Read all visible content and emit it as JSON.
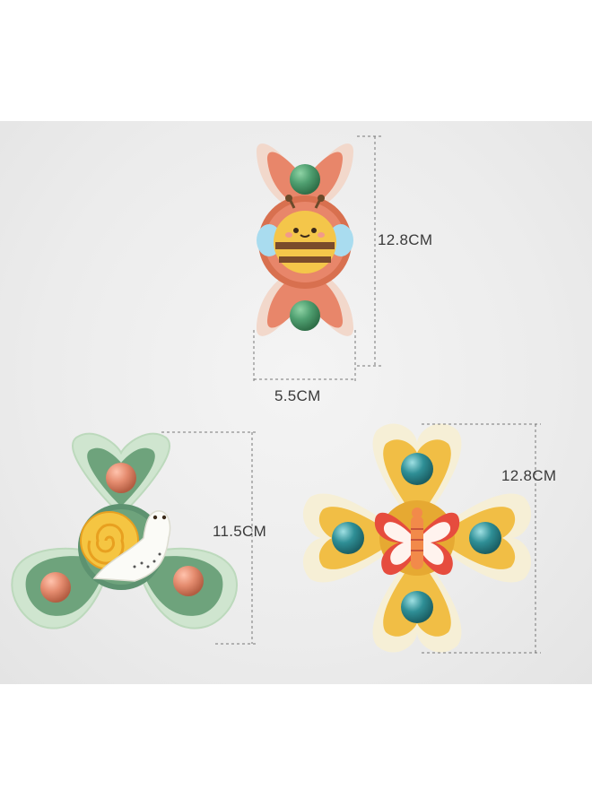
{
  "products": [
    {
      "name": "bee",
      "height_label": "12.8CM",
      "width_label": "5.5CM"
    },
    {
      "name": "snail",
      "height_label": "11.5CM"
    },
    {
      "name": "butterfly",
      "height_label": "12.8CM"
    }
  ],
  "colors": {
    "background": "#ffffff",
    "panel": "#ececec",
    "bee_petal": "#f2d2c3",
    "bee_inner": "#e8866a",
    "bee_ball": "#4f9f70",
    "bee_body": "#f4c64a",
    "snail_petal": "#cfe5cf",
    "snail_inner": "#6ea37c",
    "snail_ball": "#e58c6f",
    "snail_shell": "#f5c542",
    "butterfly_petal": "#f6efd6",
    "butterfly_inner": "#f1be45",
    "butterfly_ball": "#2f8f96",
    "butterfly_wing": "#e64c3e",
    "dimension_line": "#777777"
  }
}
